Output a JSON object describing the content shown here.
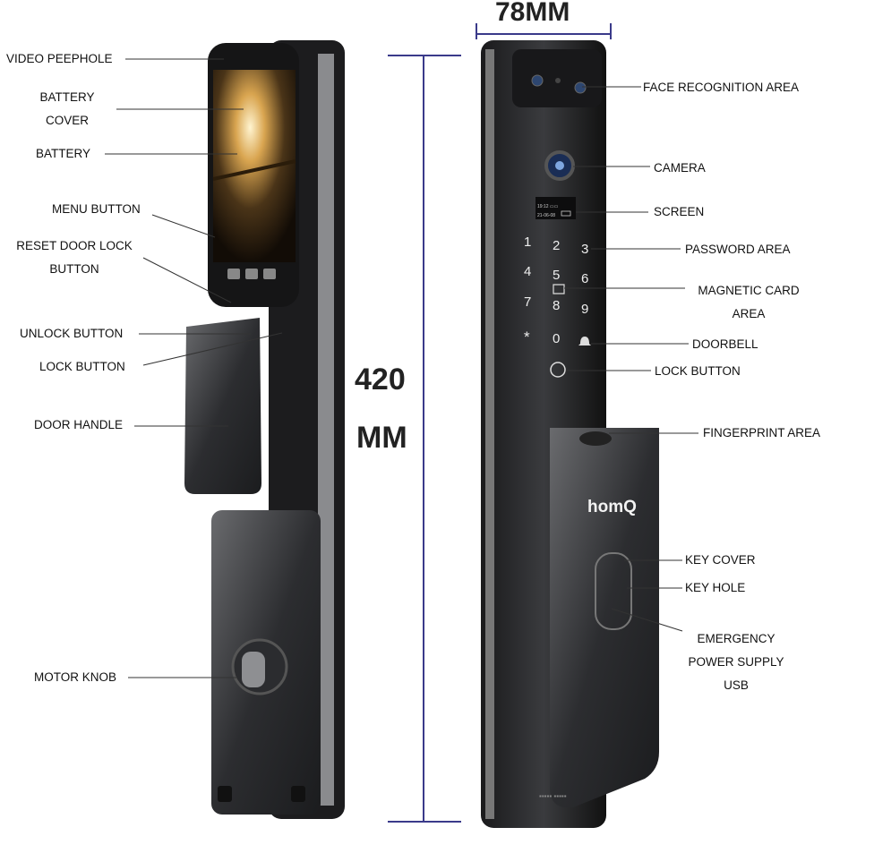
{
  "dimensions": {
    "width_label": "78MM",
    "height_value": "420",
    "height_unit": "MM"
  },
  "brand": "homQ",
  "keypad": [
    "1",
    "2",
    "3",
    "4",
    "5",
    "6",
    "7",
    "8",
    "9",
    "*",
    "0"
  ],
  "left_labels": {
    "video_peephole": "VIDEO PEEPHOLE",
    "battery_cover_1": "BATTERY",
    "battery_cover_2": "COVER",
    "battery": "BATTERY",
    "menu_button": "MENU BUTTON",
    "reset_1": "RESET DOOR LOCK",
    "reset_2": "BUTTON",
    "unlock_button": "UNLOCK BUTTON",
    "lock_button": "LOCK BUTTON",
    "door_handle": "DOOR HANDLE",
    "motor_knob": "MOTOR KNOB"
  },
  "right_labels": {
    "face_recognition": "FACE RECOGNITION AREA",
    "camera": "CAMERA",
    "screen": "SCREEN",
    "password_area": "PASSWORD AREA",
    "magnetic_1": "MAGNETIC CARD",
    "magnetic_2": "AREA",
    "doorbell": "DOORBELL",
    "lock_button": "LOCK BUTTON",
    "fingerprint_area": "FINGERPRINT AREA",
    "key_cover": "KEY COVER",
    "key_hole": "KEY HOLE",
    "emergency_1": "EMERGENCY",
    "emergency_2": "POWER SUPPLY",
    "emergency_3": "USB"
  }
}
